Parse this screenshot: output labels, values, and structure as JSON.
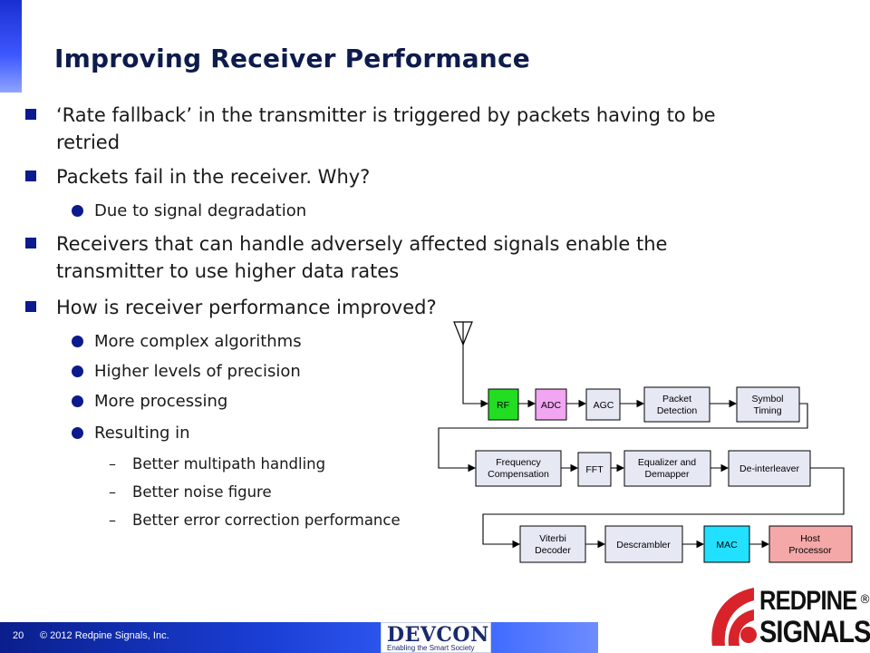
{
  "slide": {
    "title": "Improving Receiver Performance",
    "bullets": [
      {
        "text": "‘Rate fallback’ in the transmitter is triggered by packets having to be retried"
      },
      {
        "text": "Packets fail in the receiver. Why?",
        "sub": [
          "Due to signal degradation"
        ]
      },
      {
        "text": "Receivers that can handle adversely affected signals enable the transmitter to use higher data rates"
      },
      {
        "text": "How is receiver performance improved?",
        "sub": [
          "More complex algorithms",
          "Higher levels of precision",
          "More processing",
          "Resulting in"
        ],
        "subsub": [
          "Better multipath handling",
          "Better noise figure",
          "Better error correction performance"
        ]
      }
    ],
    "dash": "–"
  },
  "diagram": {
    "blocks": {
      "rf": "RF",
      "adc": "ADC",
      "agc": "AGC",
      "packet_detection": [
        "Packet",
        "Detection"
      ],
      "symbol_timing": [
        "Symbol",
        "Timing"
      ],
      "frequency_compensation": [
        "Frequency",
        "Compensation"
      ],
      "fft": "FFT",
      "equalizer": [
        "Equalizer and",
        "Demapper"
      ],
      "deinterleaver": "De-interleaver",
      "viterbi": [
        "Viterbi",
        "Decoder"
      ],
      "descrambler": "Descrambler",
      "mac": "MAC",
      "host": [
        "Host",
        "Processor"
      ]
    },
    "colors": {
      "rf": "#22dd22",
      "adc": "#f2a6f2",
      "mac": "#22e0ff",
      "host": "#f5a8a8",
      "default_block": "#e6e8f4"
    }
  },
  "footer": {
    "page_number": "20",
    "copyright": "© 2012 Redpine Signals, Inc.",
    "devcon_logo": "DEVCON",
    "devcon_tagline": "Enabling the Smart Society",
    "company_logo": [
      "REDPINE",
      "SIGNALS"
    ],
    "registered_mark": "®"
  }
}
